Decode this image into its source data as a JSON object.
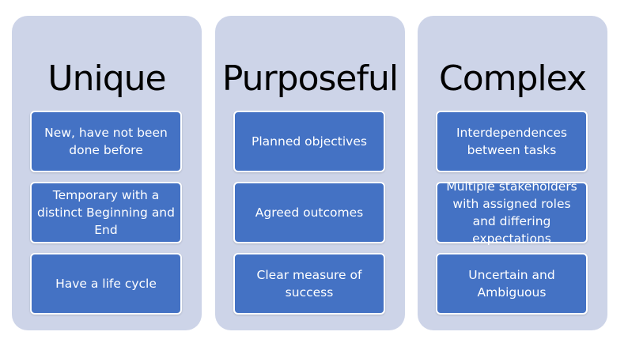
{
  "columns": [
    {
      "title": "Unique",
      "items": [
        "New, have not been done before",
        "Temporary with a distinct Beginning and End",
        "Have a life cycle"
      ]
    },
    {
      "title": "Purposeful",
      "items": [
        "Planned objectives",
        "Agreed outcomes",
        "Clear measure of success"
      ]
    },
    {
      "title": "Complex",
      "items": [
        "Interdependences between tasks",
        "Multiple stakeholders with assigned roles and differing expectations",
        "Uncertain and Ambiguous"
      ]
    }
  ],
  "colors": {
    "panel": "#cdd4e8",
    "box": "#4472c4",
    "box_text": "#ffffff",
    "title_text": "#000000"
  }
}
